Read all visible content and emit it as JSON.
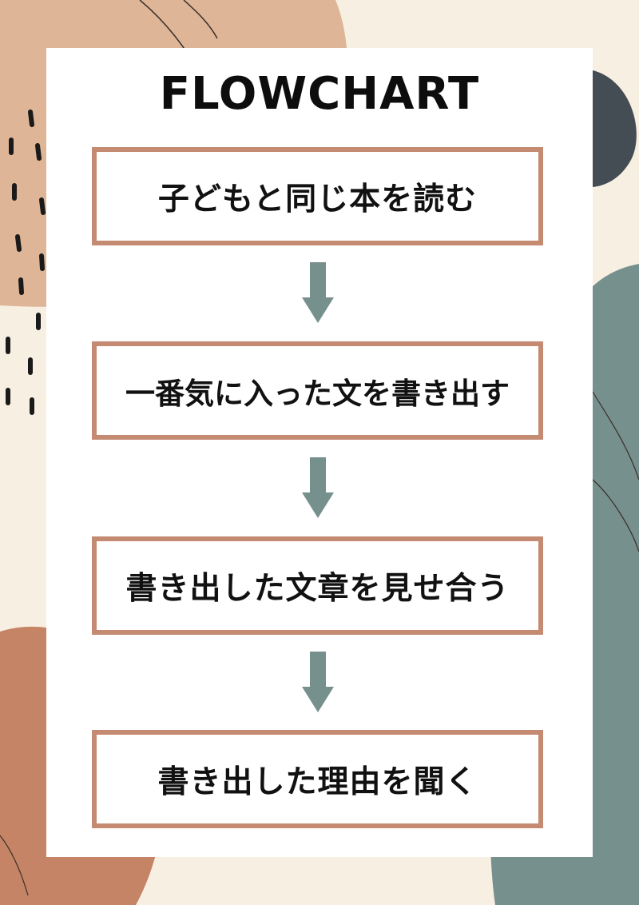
{
  "title": "FLOWCHART",
  "steps": [
    {
      "label": "子どもと同じ本を読む"
    },
    {
      "label": "一番気に入った文を書き出す"
    },
    {
      "label": "書き出した文章を見せ合う"
    },
    {
      "label": "書き出した理由を聞く"
    }
  ],
  "colors": {
    "background": "#f8efe3",
    "box_border": "#c48a72",
    "arrow": "#76908d",
    "blob_peach": "#deb596",
    "blob_teal": "#76908d",
    "blob_terracotta": "#c58465",
    "blob_slate": "#434d53"
  }
}
